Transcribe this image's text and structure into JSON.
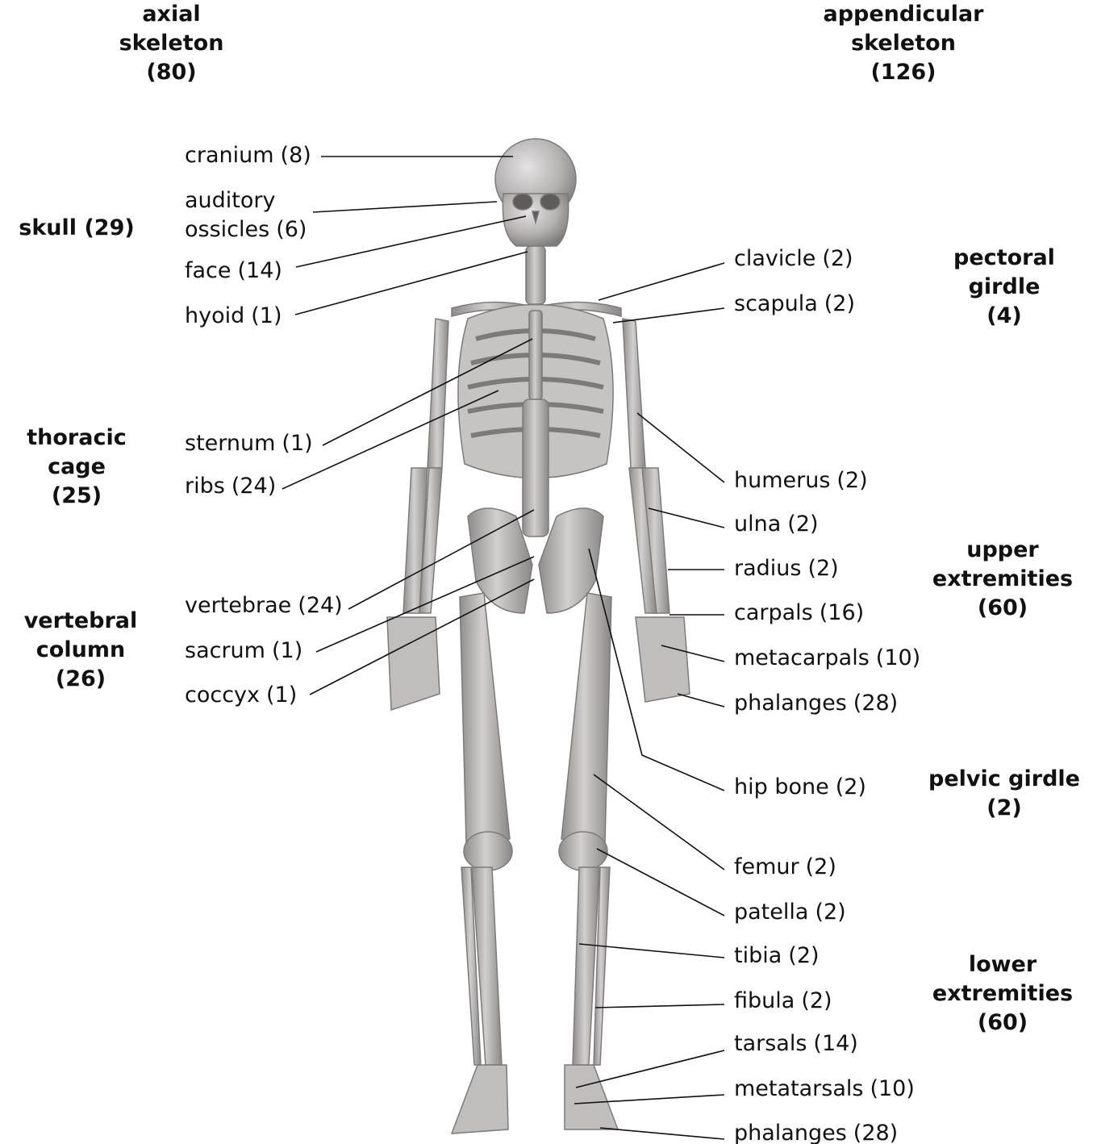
{
  "headers": {
    "axial": {
      "lines": [
        "axial",
        "skeleton",
        "(80)"
      ]
    },
    "appendicular": {
      "lines": [
        "appendicular",
        "skeleton",
        "(126)"
      ]
    }
  },
  "groups_left": {
    "skull": {
      "lines": [
        "skull (29)"
      ]
    },
    "thoracic": {
      "lines": [
        "thoracic",
        "cage",
        "(25)"
      ]
    },
    "vertebral": {
      "lines": [
        "vertebral",
        "column",
        "(26)"
      ]
    }
  },
  "groups_right": {
    "pectoral": {
      "lines": [
        "pectoral",
        "girdle",
        "(4)"
      ]
    },
    "upper": {
      "lines": [
        "upper",
        "extremities",
        "(60)"
      ]
    },
    "pelvic": {
      "lines": [
        "pelvic girdle",
        "(2)"
      ]
    },
    "lower": {
      "lines": [
        "lower",
        "extremities",
        "(60)"
      ]
    }
  },
  "labels_left": [
    {
      "name": "cranium",
      "count": "(8)"
    },
    {
      "name": "auditory",
      "name2": "ossicles",
      "count": "(6)"
    },
    {
      "name": "face",
      "count": "(14)"
    },
    {
      "name": "hyoid",
      "count": "(1)"
    },
    {
      "name": "sternum",
      "count": "(1)"
    },
    {
      "name": "ribs",
      "count": "(24)"
    },
    {
      "name": "vertebrae",
      "count": "(24)"
    },
    {
      "name": "sacrum",
      "count": "(1)"
    },
    {
      "name": "coccyx",
      "count": "(1)"
    }
  ],
  "labels_right": [
    {
      "name": "clavicle",
      "count": "(2)"
    },
    {
      "name": "scapula",
      "count": "(2)"
    },
    {
      "name": "humerus",
      "count": "(2)"
    },
    {
      "name": "ulna",
      "count": "(2)"
    },
    {
      "name": "radius",
      "count": "(2)"
    },
    {
      "name": "carpals",
      "count": "(16)"
    },
    {
      "name": "metacarpals",
      "count": "(10)"
    },
    {
      "name": "phalanges",
      "count": "(28)"
    },
    {
      "name": "hip bone",
      "count": "(2)"
    },
    {
      "name": "femur",
      "count": "(2)"
    },
    {
      "name": "patella",
      "count": "(2)"
    },
    {
      "name": "tibia",
      "count": "(2)"
    },
    {
      "name": "fibula",
      "count": "(2)"
    },
    {
      "name": "tarsals",
      "count": "(14)"
    },
    {
      "name": "metatarsals",
      "count": "(10)"
    },
    {
      "name": "phalanges",
      "count": "(28)"
    }
  ],
  "colors": {
    "bone": "#b9b6b6",
    "bone_dark": "#8e8b8b",
    "leader": "#111111"
  }
}
